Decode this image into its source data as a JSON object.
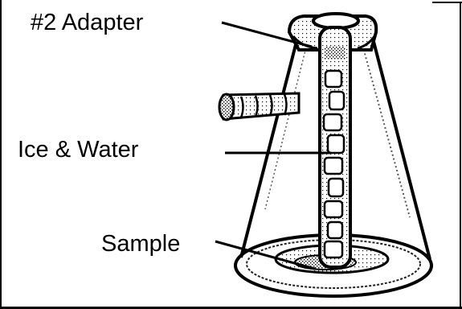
{
  "labels": {
    "adapter": "#2 Adapter",
    "ice_water": "Ice & Water",
    "sample": "Sample"
  },
  "colors": {
    "ink": "#000000",
    "background": "#ffffff"
  }
}
